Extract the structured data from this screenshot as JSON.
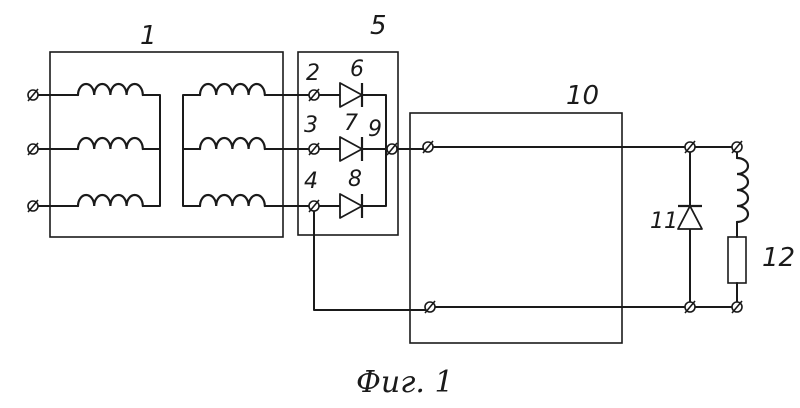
{
  "diagram": {
    "labels": {
      "transformer": "1",
      "node_2": "2",
      "node_3": "3",
      "node_4": "4",
      "rectifier_block": "5",
      "diode_6": "6",
      "diode_7": "7",
      "diode_8": "8",
      "node_9": "9",
      "converter_block": "10",
      "diode_11": "11",
      "load_12": "12"
    },
    "caption": "Фиг. 1"
  }
}
